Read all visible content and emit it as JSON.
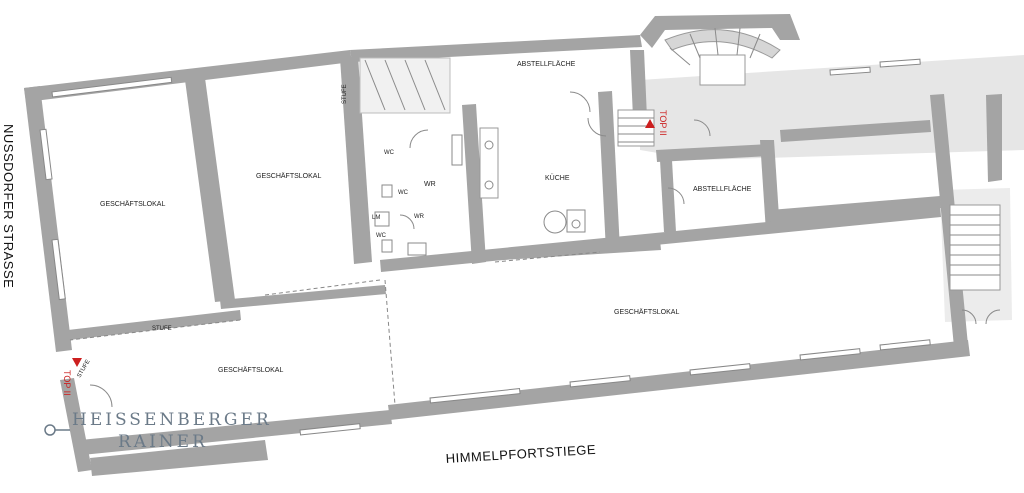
{
  "streets": {
    "left": "NUSSDORFER STRASSE",
    "bottom": "HIMMELPFORTSTIEGE"
  },
  "rooms": {
    "lokal_1": "GESCHÄFTSLOKAL",
    "lokal_2": "GESCHÄFTSLOKAL",
    "lokal_3": "GESCHÄFTSLOKAL",
    "lokal_4": "GESCHÄFTSLOKAL",
    "abstell_top": "ABSTELLFLÄCHE",
    "abstell_mid": "ABSTELLFLÄCHE",
    "kueche": "KÜCHE",
    "wr": "WR",
    "wr_small": "WR",
    "wc_1": "WC",
    "wc_2": "WC",
    "wc_3": "WC",
    "lm": "LM",
    "stufe_1": "STUFE",
    "stufe_2": "STUFE",
    "stufe_3": "STUFE"
  },
  "markers": {
    "top_right": "TOP II",
    "top_left": "TOP II"
  },
  "logo": {
    "line1": "HEISSENBERGER",
    "line2": "RAINER"
  },
  "colors": {
    "wall": "#a4a4a4",
    "corridor": "#e6e6e6",
    "marker": "#cc1f1f",
    "logo": "#6b7a88"
  }
}
